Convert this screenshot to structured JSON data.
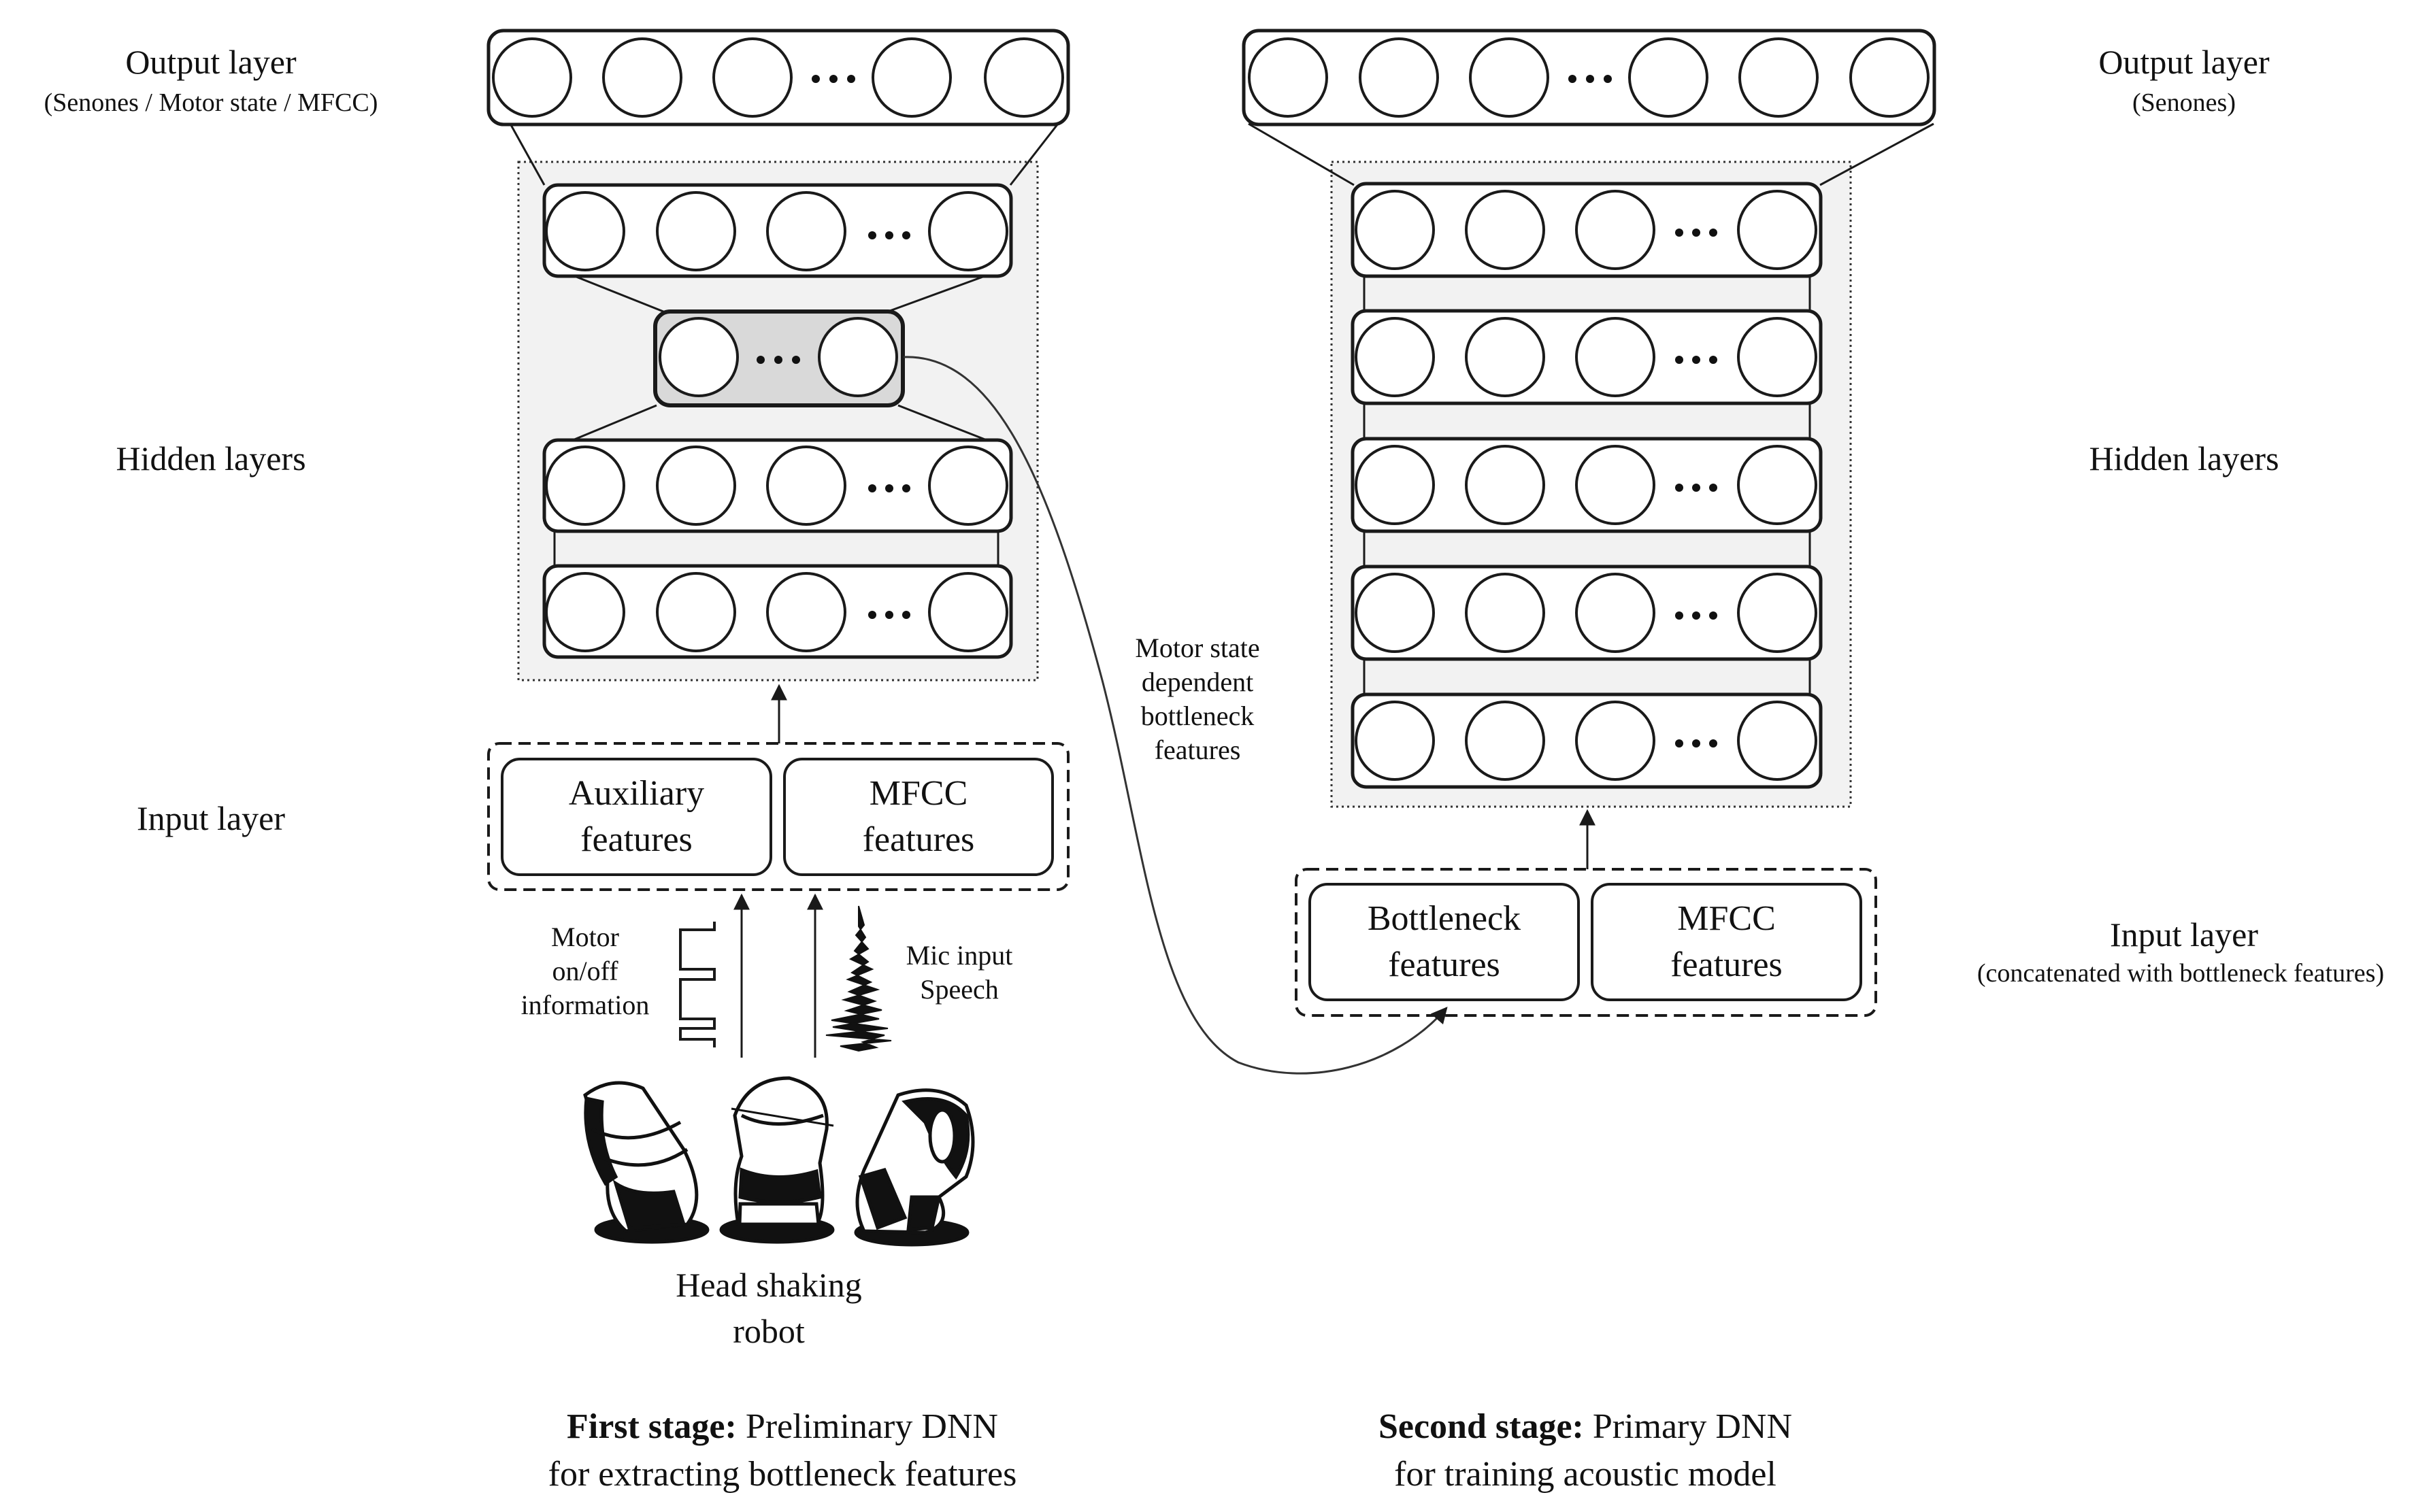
{
  "left_labels": {
    "output_title": "Output layer",
    "output_sub": "(Senones / Motor state / MFCC)",
    "hidden": "Hidden layers",
    "input": "Input layer"
  },
  "right_labels": {
    "output_title": "Output layer",
    "output_sub": "(Senones)",
    "hidden": "Hidden layers",
    "input_title": "Input layer",
    "input_sub": "(concatenated with bottleneck features)"
  },
  "first_stage": {
    "input_boxes": [
      {
        "line1": "Auxiliary",
        "line2": "features"
      },
      {
        "line1": "MFCC",
        "line2": "features"
      }
    ],
    "motor_label": [
      "Motor",
      "on/off",
      "information"
    ],
    "mic_label": [
      "Mic input",
      "Speech"
    ],
    "robot_label": [
      "Head shaking",
      "robot"
    ],
    "caption_bold": "First stage:",
    "caption_rest": " Preliminary DNN",
    "caption_line2": "for extracting bottleneck features"
  },
  "second_stage": {
    "input_boxes": [
      {
        "line1": "Bottleneck",
        "line2": "features"
      },
      {
        "line1": "MFCC",
        "line2": "features"
      }
    ],
    "caption_bold": "Second stage:",
    "caption_rest": " Primary DNN",
    "caption_line2": "for training acoustic model"
  },
  "bottleneck_label": [
    "Motor state",
    "dependent",
    "bottleneck",
    "features"
  ],
  "ellipsis": "•••",
  "colors": {
    "hidden_panel": "#f2f2f2",
    "bottleneck_layer": "#d9d9d9",
    "stroke": "#1a1a1a"
  },
  "icons": [
    "robot-pose-1-icon",
    "robot-pose-2-icon",
    "robot-pose-3-icon",
    "square-wave-icon",
    "speech-waveform-icon"
  ]
}
